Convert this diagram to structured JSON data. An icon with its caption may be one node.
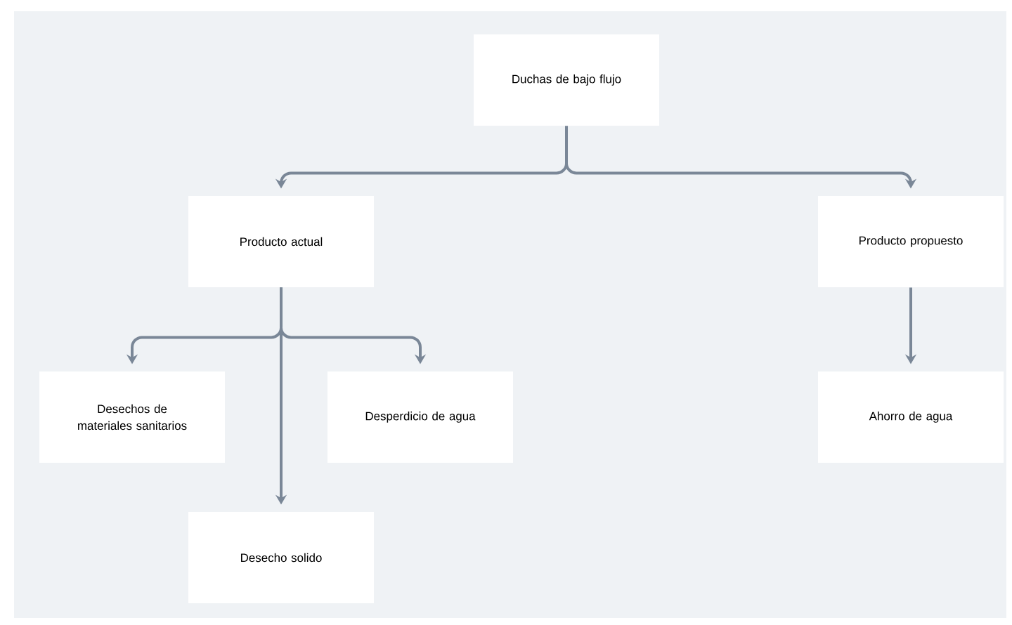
{
  "diagram": {
    "nodes": [
      {
        "text": [
          "Duchas de bajo flujo"
        ]
      },
      {
        "text": [
          "Producto actual"
        ]
      },
      {
        "text": [
          "Producto propuesto"
        ]
      },
      {
        "text": [
          "Desechos de materiales sanitarios"
        ]
      },
      {
        "text": [
          "Desperdicio de agua"
        ]
      },
      {
        "text": [
          "Desecho solido"
        ]
      },
      {
        "text": [
          "Ahorro de agua"
        ]
      }
    ],
    "edges": [
      {
        "from": 0,
        "to": 1,
        "arrow": "to"
      },
      {
        "from": 0,
        "to": 2,
        "arrow": "to"
      },
      {
        "from": 1,
        "to": 3,
        "arrow": "to"
      },
      {
        "from": 1,
        "to": 4,
        "arrow": "to"
      },
      {
        "from": 1,
        "to": 5,
        "arrow": "to"
      },
      {
        "from": 2,
        "to": 6,
        "arrow": "to"
      }
    ]
  }
}
